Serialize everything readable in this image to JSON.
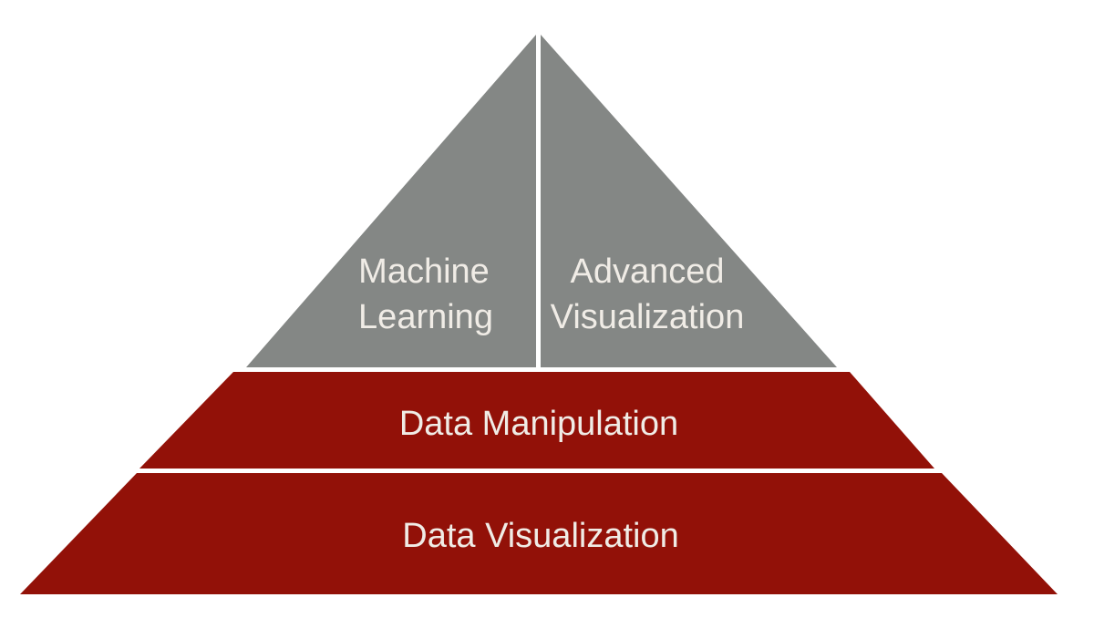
{
  "diagram": {
    "colors": {
      "top_tier": "#848785",
      "base_tier": "#921108",
      "label_text": "#f0ece6",
      "separator": "#ffffff"
    },
    "top_left": {
      "line1": "Machine",
      "line2": "Learning"
    },
    "top_right": {
      "line1": "Advanced",
      "line2": "Visualization"
    },
    "middle": {
      "label": "Data Manipulation"
    },
    "bottom": {
      "label": "Data Visualization"
    }
  }
}
